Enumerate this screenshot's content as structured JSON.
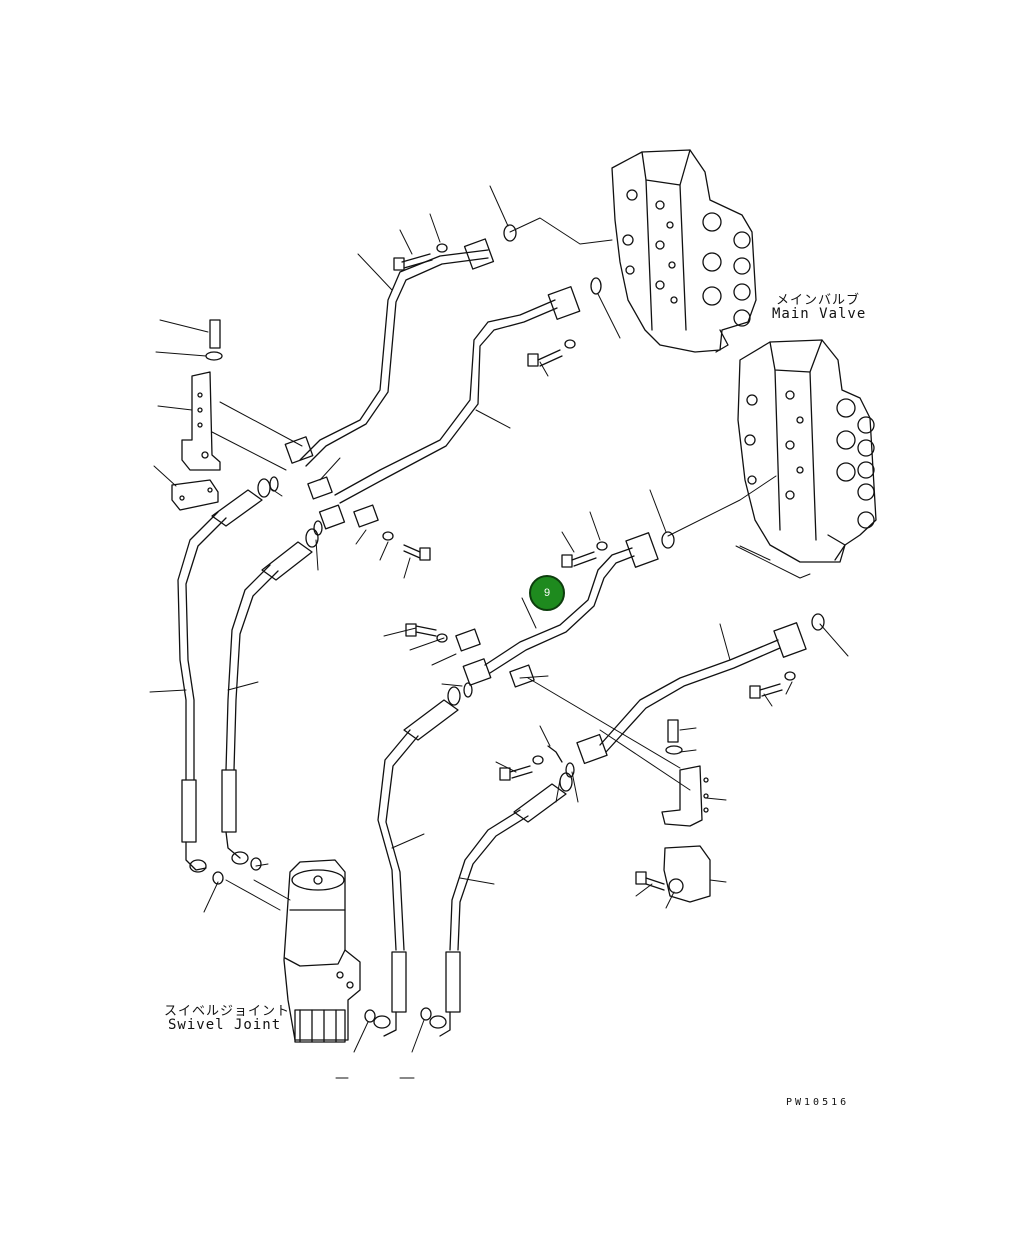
{
  "labels": {
    "main_valve_jp": "メインバルブ",
    "main_valve_en": "Main Valve",
    "swivel_joint_jp": "スイベルジョイント",
    "swivel_joint_en": "Swivel Joint",
    "drawing_code": "PW10516"
  },
  "callout": {
    "number": "9",
    "color": "#1e8a1e"
  },
  "line_color": "#111111"
}
